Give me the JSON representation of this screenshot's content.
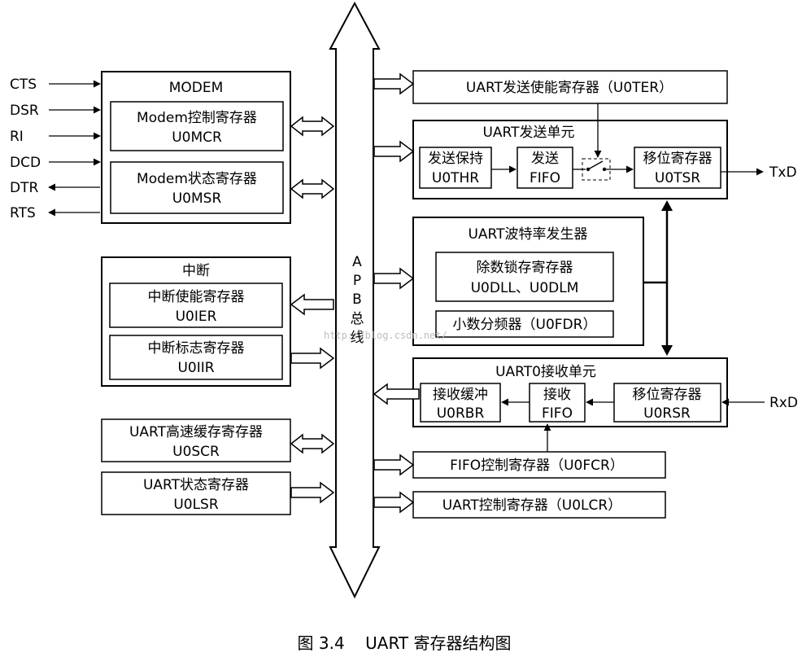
{
  "signals": {
    "cts": "CTS",
    "dsr": "DSR",
    "ri": "RI",
    "dcd": "DCD",
    "dtr": "DTR",
    "rts": "RTS",
    "txd": "TxD",
    "rxd": "RxD"
  },
  "modem": {
    "title": "MODEM",
    "mcr_line1": "Modem控制寄存器",
    "mcr_line2": "U0MCR",
    "msr_line1": "Modem状态寄存器",
    "msr_line2": "U0MSR"
  },
  "interrupt": {
    "title": "中断",
    "ier_line1": "中断使能寄存器",
    "ier_line2": "U0IER",
    "iir_line1": "中断标志寄存器",
    "iir_line2": "U0IIR"
  },
  "scr": {
    "line1": "UART高速缓存寄存器",
    "line2": "U0SCR"
  },
  "lsr": {
    "line1": "UART状态寄存器",
    "line2": "U0LSR"
  },
  "bus": {
    "chars": [
      "A",
      "P",
      "B",
      "总",
      "线"
    ]
  },
  "ter": {
    "label": "UART发送使能寄存器（U0TER）"
  },
  "tx": {
    "title": "UART发送单元",
    "thr_line1": "发送保持",
    "thr_line2": "U0THR",
    "fifo_line1": "发送",
    "fifo_line2": "FIFO",
    "tsr_line1": "移位寄存器",
    "tsr_line2": "U0TSR"
  },
  "baud": {
    "title": "UART波特率发生器",
    "dl_line1": "除数锁存寄存器",
    "dl_line2": "U0DLL、U0DLM",
    "fdr": "小数分频器（U0FDR）"
  },
  "rx": {
    "title": "UART0接收单元",
    "rbr_line1": "接收缓冲",
    "rbr_line2": "U0RBR",
    "fifo_line1": "接收",
    "fifo_line2": "FIFO",
    "rsr_line1": "移位寄存器",
    "rsr_line2": "U0RSR"
  },
  "fcr": {
    "label": "FIFO控制寄存器（U0FCR）"
  },
  "lcr": {
    "label": "UART控制寄存器（U0LCR）"
  },
  "watermark": "http://blog.csdn.net/",
  "caption": "图 3.4    UART 寄存器结构图"
}
